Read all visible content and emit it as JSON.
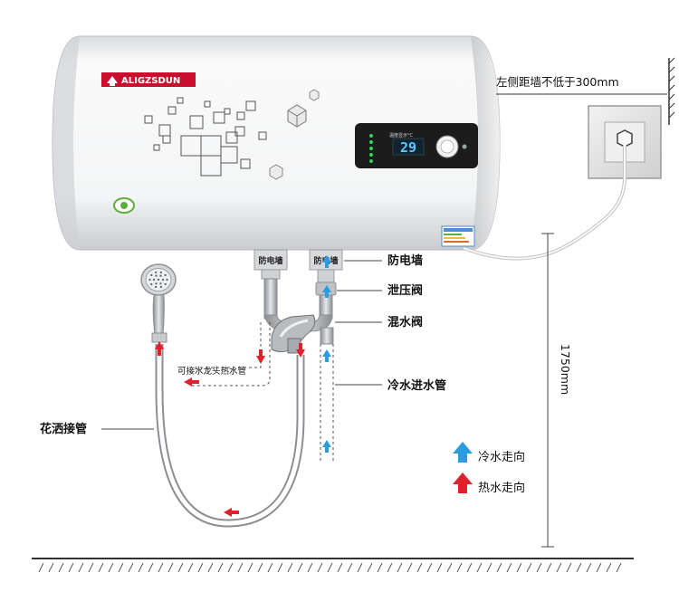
{
  "brand": {
    "name": "ALIGZSDUN"
  },
  "display": {
    "temperature": "29",
    "caption": "温度显示°C"
  },
  "labels": {
    "anti_electric_wall": "防电墙",
    "pressure_relief_valve": "泄压阀",
    "mixing_valve": "混水阀",
    "cold_inlet_pipe": "冷水进水管",
    "shower_hose": "花洒接管",
    "faucet_hot_pipe": "可接水龙头热水管",
    "wall_distance": "左侧距墙不低于300mm",
    "height": "1750mm"
  },
  "legend": {
    "cold": "冷水走向",
    "hot": "热水走向"
  },
  "colors": {
    "hot_arrow": "#e0202a",
    "cold_arrow": "#2a9ce0",
    "brand_red": "#c8102e",
    "panel": "#1c1c1c",
    "lcd": "#5cc8ff"
  }
}
